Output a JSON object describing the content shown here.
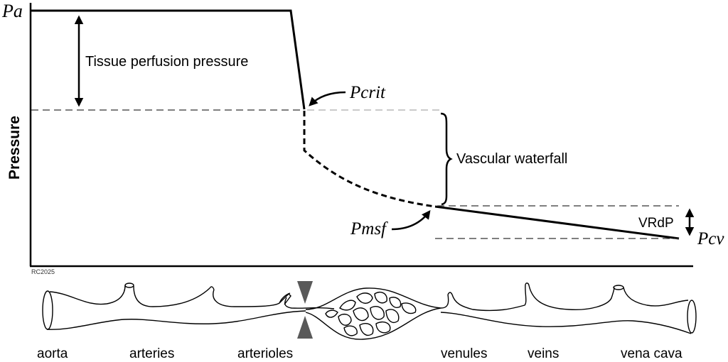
{
  "diagram": {
    "title": "Vascular waterfall pressure profile",
    "y_axis_label": "Pressure",
    "credit": "RC2025",
    "pressure_labels": {
      "arterial": "Pa",
      "critical": "Pcrit",
      "mean_systemic_filling": "Pmsf",
      "central_venous": "Pcv"
    },
    "annotations": {
      "tissue_perfusion": "Tissue perfusion pressure",
      "waterfall": "Vascular waterfall",
      "venous_return_gradient": "VRdP"
    },
    "vessel_segments": [
      "aorta",
      "arteries",
      "arterioles",
      "venules",
      "veins",
      "vena cava"
    ],
    "colors": {
      "line": "#000000",
      "guide_dash": "#333333",
      "guide_dash_light": "#aaaaaa",
      "constriction": "#595959"
    }
  }
}
